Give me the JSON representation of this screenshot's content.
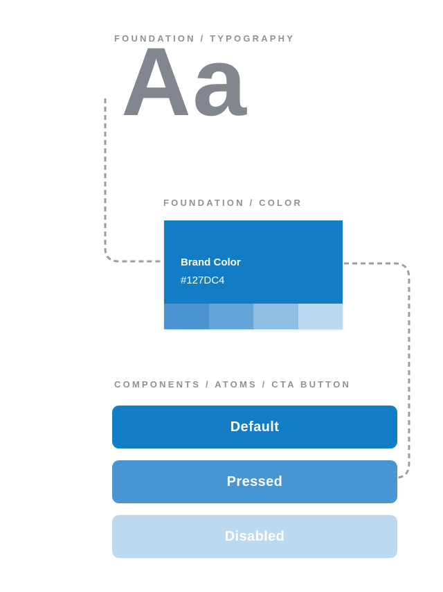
{
  "colors": {
    "brand": "#127DC4",
    "connector": "#989ea6",
    "label_gray": "#8d929a",
    "specimen_gray": "#82878f"
  },
  "typography_section": {
    "label": "FOUNDATION / TYPOGRAPHY",
    "specimen": "Aa"
  },
  "color_section": {
    "label": "FOUNDATION / COLOR",
    "card": {
      "name": "Brand Color",
      "hex": "#127DC4",
      "shades": [
        "#4A94D1",
        "#63A4D9",
        "#8FBEE5",
        "#BCD8EF"
      ]
    }
  },
  "components_section": {
    "label": "COMPONENTS / ATOMS / CTA BUTTON",
    "buttons": [
      {
        "label": "Default",
        "state": "default",
        "color": "#127DC4"
      },
      {
        "label": "Pressed",
        "state": "pressed",
        "color": "#4795D3"
      },
      {
        "label": "Disabled",
        "state": "disabled",
        "color": "#BDD9F0"
      }
    ]
  }
}
